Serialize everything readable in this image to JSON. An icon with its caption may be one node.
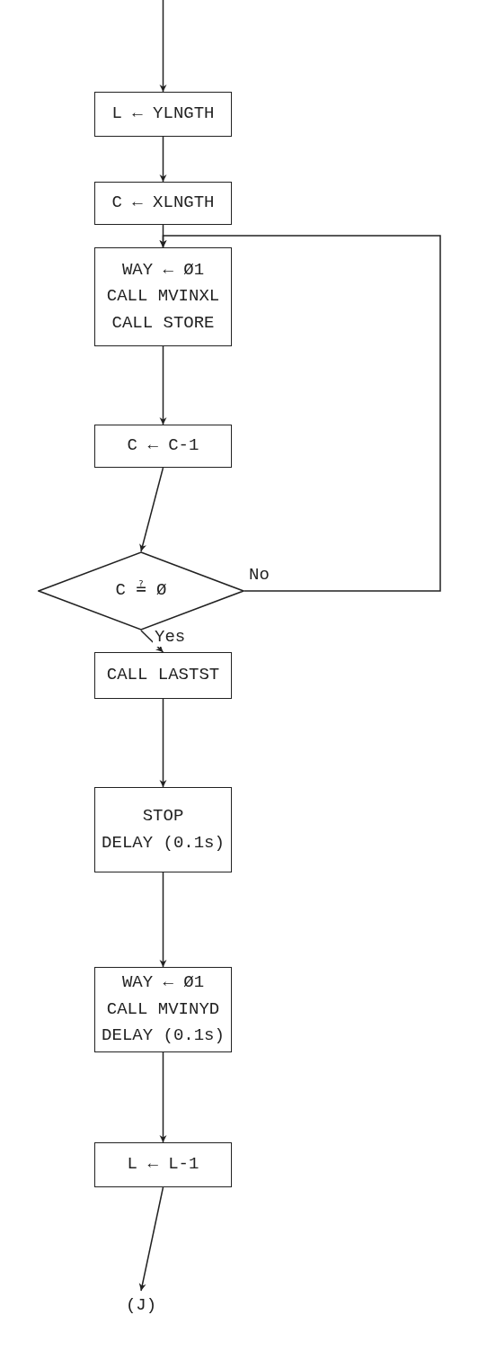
{
  "diagram": {
    "nodes": [
      {
        "text": [
          "L ← YLNGTH"
        ]
      },
      {
        "text": [
          "C ← XLNGTH"
        ]
      },
      {
        "text": [
          "WAY ← Ø1",
          "CALL MVINXL",
          "CALL STORE"
        ]
      },
      {
        "text": [
          "C ← C-1"
        ]
      },
      {
        "text": [
          "C ≟ Ø"
        ]
      },
      {
        "text": [
          "CALL LASTST"
        ]
      },
      {
        "text": [
          "STOP",
          "DELAY (0.1s)"
        ]
      },
      {
        "text": [
          "WAY ← Ø1",
          "CALL MVINYD",
          "DELAY (0.1s)"
        ]
      },
      {
        "text": [
          "L ← L-1"
        ]
      },
      {
        "text": [
          "(J)"
        ]
      }
    ],
    "edges": [
      {
        "from": null,
        "to": 0,
        "arrow": "to"
      },
      {
        "from": 0,
        "to": 1,
        "arrow": "to"
      },
      {
        "from": 1,
        "to": 2,
        "arrow": "to"
      },
      {
        "from": 2,
        "to": 3,
        "arrow": "to"
      },
      {
        "from": 3,
        "to": 4,
        "arrow": "to"
      },
      {
        "from": 4,
        "to": 5,
        "arrow": "to",
        "label": "Yes"
      },
      {
        "from": 4,
        "to": 2,
        "arrow": "to",
        "label": "No"
      },
      {
        "from": 5,
        "to": 6,
        "arrow": "to"
      },
      {
        "from": 6,
        "to": 7,
        "arrow": "to"
      },
      {
        "from": 7,
        "to": 8,
        "arrow": "to"
      },
      {
        "from": 8,
        "to": 9,
        "arrow": "to"
      }
    ]
  }
}
